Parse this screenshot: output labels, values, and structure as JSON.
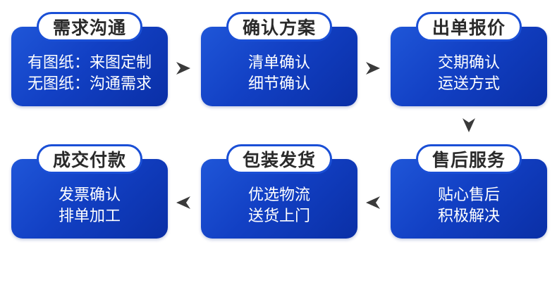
{
  "colors": {
    "box": "#1240c4",
    "pill_border": "#1a4fd6",
    "arrow": "#3a3a3a"
  },
  "steps": [
    {
      "title": "需求沟通",
      "lines": [
        "有图纸：来图定制",
        "无图纸：沟通需求"
      ]
    },
    {
      "title": "确认方案",
      "lines": [
        "清单确认",
        "细节确认"
      ]
    },
    {
      "title": "出单报价",
      "lines": [
        "交期确认",
        "运送方式"
      ]
    },
    {
      "title": "售后服务",
      "lines": [
        "贴心售后",
        "积极解决"
      ]
    },
    {
      "title": "包装发货",
      "lines": [
        "优选物流",
        "送货上门"
      ]
    },
    {
      "title": "成交付款",
      "lines": [
        "发票确认",
        "排单加工"
      ]
    }
  ],
  "arrows": [
    "arrow-right-icon",
    "arrow-right-icon",
    "arrow-down-icon",
    "arrow-left-icon",
    "arrow-left-icon"
  ]
}
